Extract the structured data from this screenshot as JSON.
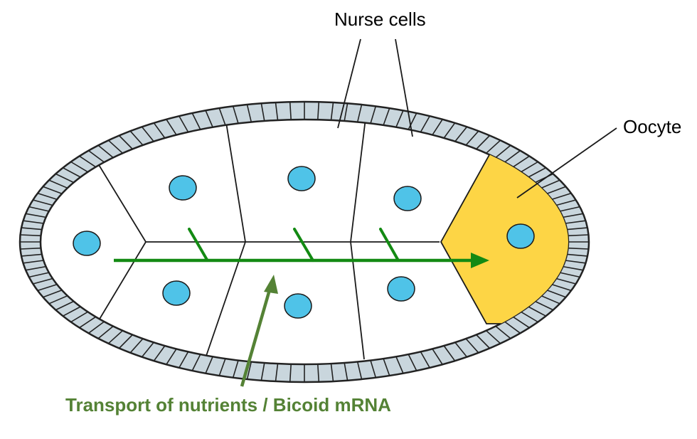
{
  "labels": {
    "nurse_cells": "Nurse cells",
    "oocyte": "Oocyte",
    "transport": "Transport of nutrients / Bicoid mRNA"
  },
  "colors": {
    "follicle_fill": "#c9d6dd",
    "follicle_stroke": "#222222",
    "nucleus": "#4fc3e8",
    "nucleus_stroke": "#1a1a1a",
    "oocyte": "#fdd545",
    "transport_arrow": "#138a13",
    "label_arrow": "#548235",
    "label_green": "#548235"
  },
  "structure": {
    "nurse_cell_count": 7,
    "oocyte_count": 1,
    "nucleus_count": 8,
    "follicle_cell_count": 124
  }
}
